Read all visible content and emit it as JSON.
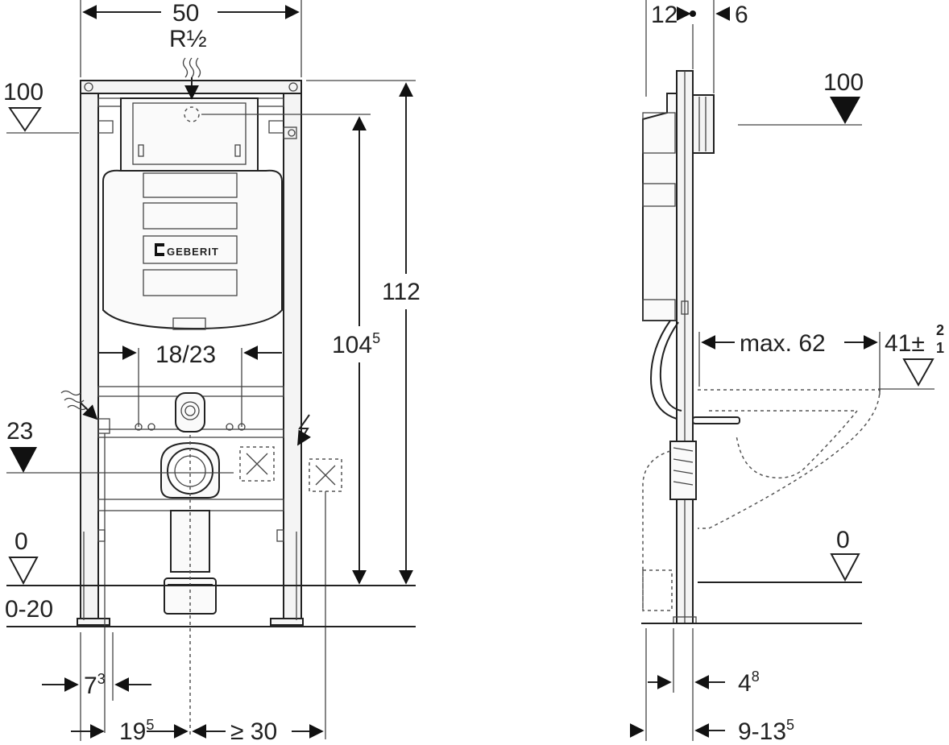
{
  "front_view": {
    "width_label": "50",
    "connection_label": "R½",
    "level_100_label": "100",
    "level_23_label": "23",
    "level_0_label": "0",
    "floor_range_label": "0-20",
    "height_112_label": "112",
    "height_1045_main": "104",
    "height_1045_sup": "5",
    "spacing_label": "18/23",
    "offset_73_main": "7",
    "offset_73_sup": "3",
    "offset_195_main": "19",
    "offset_195_sup": "5",
    "min_30_label": "≥ 30",
    "brand_label": "GEBERIT"
  },
  "side_view": {
    "dim_12_label": "12",
    "dim_6_label": "6",
    "level_100_label": "100",
    "max_62_label": "max. 62",
    "dim_41_main": "41",
    "dim_41_pm": "±",
    "dim_41_upper": "2",
    "dim_41_lower": "1",
    "level_0_label": "0",
    "dim_48_main": "4",
    "dim_48_sup": "8",
    "dim_9135_main": "9-13",
    "dim_9135_sup": "5"
  },
  "colors": {
    "line": "#222222",
    "background": "#ffffff"
  }
}
